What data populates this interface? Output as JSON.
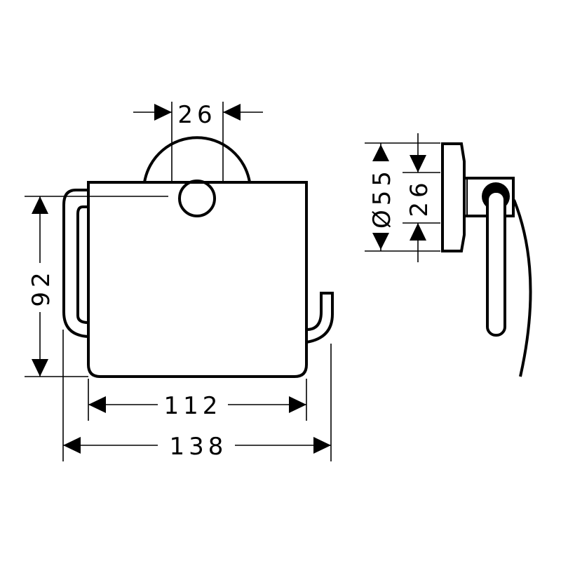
{
  "drawing": {
    "front_view": {
      "dim_rosette_width": "26",
      "dim_height": "92",
      "dim_cover_width": "112",
      "dim_overall_width": "138"
    },
    "side_view": {
      "dim_rosette_diameter": "Ø55",
      "dim_bracket_height": "26"
    },
    "line_color": "#000000",
    "background": "#ffffff"
  }
}
